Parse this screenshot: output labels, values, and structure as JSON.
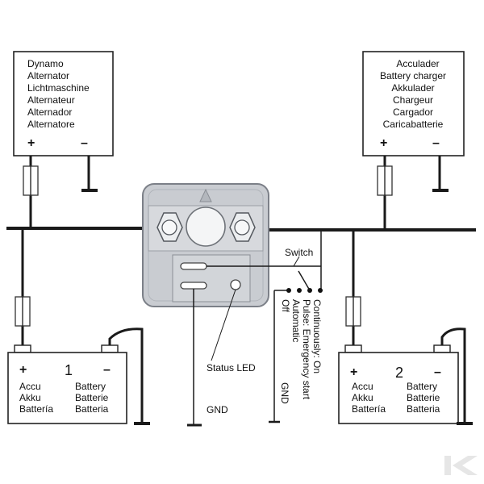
{
  "dynamo": {
    "lines": [
      "Dynamo",
      "Alternator",
      "Lichtmaschine",
      "Alternateur",
      "Alternador",
      "Alternatore"
    ],
    "plus": "+",
    "minus": "–"
  },
  "charger": {
    "lines": [
      "Acculader",
      "Battery charger",
      "Akkulader",
      "Chargeur",
      "Cargador",
      "Caricabatterie"
    ],
    "plus": "+",
    "minus": "–"
  },
  "battery1": {
    "plus": "+",
    "number": "1",
    "minus": "–",
    "left_lines": [
      "Accu",
      "Akku",
      "Battería"
    ],
    "right_lines": [
      "Battery",
      "Batterie",
      "Batteria"
    ]
  },
  "battery2": {
    "plus": "+",
    "number": "2",
    "minus": "–",
    "left_lines": [
      "Accu",
      "Akku",
      "Battería"
    ],
    "right_lines": [
      "Battery",
      "Batterie",
      "Batteria"
    ]
  },
  "labels": {
    "switch": "Switch",
    "status_led": "Status LED",
    "gnd_left": "GND",
    "gnd_right": "GND",
    "off": "Off",
    "automatic": "Automatic",
    "pulse": "Pulse: Emergency start",
    "continuously": "Continuously: On"
  },
  "colors": {
    "relay_body": "#c9ccd1",
    "relay_inner": "#d7d9dd",
    "relay_outline": "#7c8088",
    "wire": "#1a1a1a",
    "watermark": "#e6e6e6"
  }
}
